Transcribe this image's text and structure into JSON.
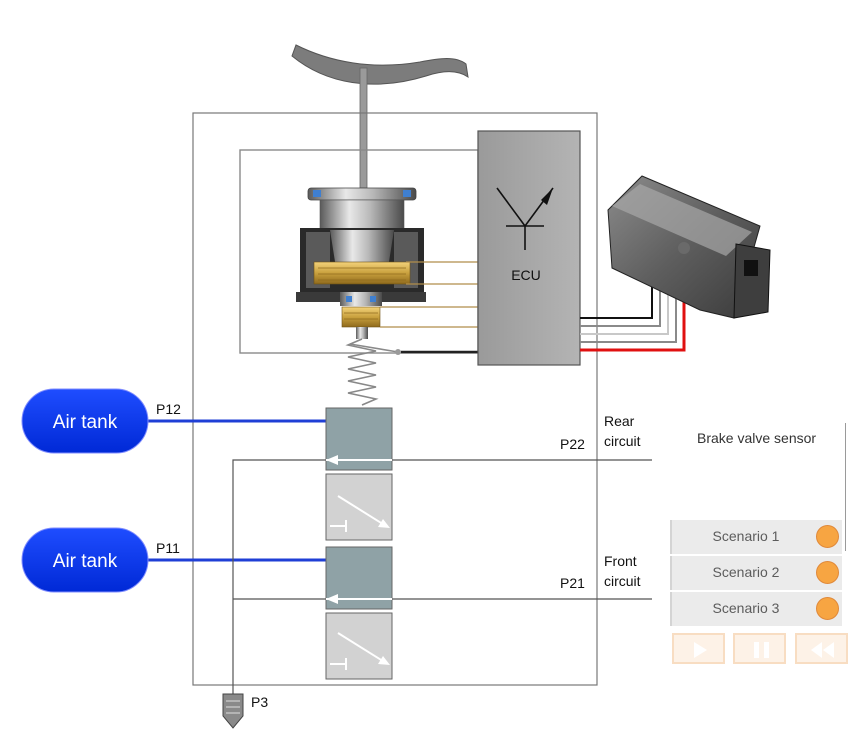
{
  "diagram": {
    "tanks": [
      {
        "label": "Air tank",
        "port": "P12"
      },
      {
        "label": "Air tank",
        "port": "P11"
      }
    ],
    "ecu_label": "ECU",
    "circuits": [
      {
        "port": "P22",
        "name_line1": "Rear",
        "name_line2": "circuit"
      },
      {
        "port": "P21",
        "name_line1": "Front",
        "name_line2": "circuit"
      }
    ],
    "exhaust_port": "P3",
    "colors": {
      "tank": "#0033f5",
      "supply_line": "#1f3fd6",
      "valve_top": "#8fa2a6",
      "valve_bottom": "#d2d2d2",
      "signal_red": "#e01010"
    }
  },
  "panel": {
    "title": "Brake valve sensor",
    "scenarios": [
      {
        "label": "Scenario 1"
      },
      {
        "label": "Scenario 2"
      },
      {
        "label": "Scenario 3"
      }
    ],
    "controls": [
      {
        "icon": "play-icon"
      },
      {
        "icon": "pause-icon"
      },
      {
        "icon": "rewind-icon"
      }
    ]
  }
}
